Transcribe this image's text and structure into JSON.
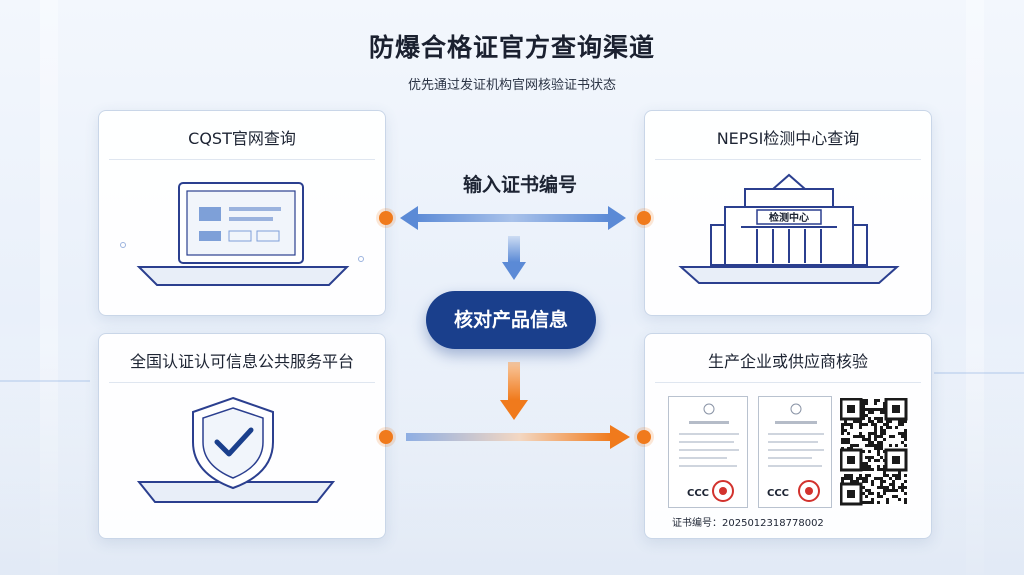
{
  "header": {
    "title": "防爆合格证官方查询渠道",
    "subtitle": "优先通过发证机构官网核验证书状态"
  },
  "cards": {
    "cqst": {
      "title": "CQST官网查询"
    },
    "nepsi": {
      "title": "NEPSI检测中心查询",
      "building_sign": "检测中心"
    },
    "platform": {
      "title": "全国认证认可信息公共服务平台"
    },
    "manufacturer": {
      "title": "生产企业或供应商核验",
      "ccc_mark": "CCC",
      "cert_number": "证书编号：2025012318778002"
    }
  },
  "flow": {
    "input_label": "输入证书编号",
    "verify_label": "核对产品信息"
  },
  "colors": {
    "primary_blue": "#1a3f8c",
    "accent_orange": "#f07a1c",
    "line_blue": "#2b3f8f"
  }
}
